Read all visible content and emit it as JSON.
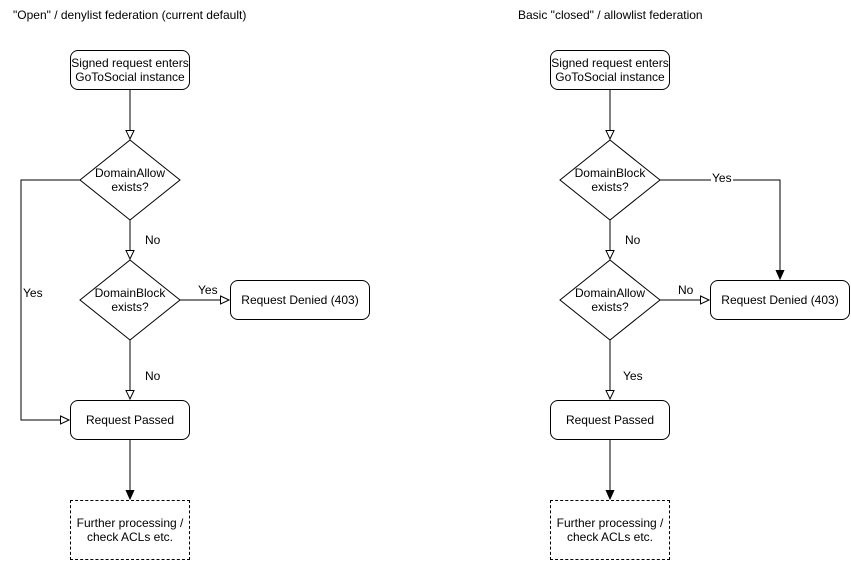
{
  "colors": {
    "stroke": "#000000",
    "node_fill": "#ffffff",
    "text": "#000000",
    "background": "#ffffff"
  },
  "left_chart": {
    "title": "\"Open\" / denylist federation (current default)",
    "start": {
      "line1": "Signed request enters",
      "line2": "GoToSocial instance"
    },
    "decision1": {
      "line1": "DomainAllow",
      "line2": "exists?"
    },
    "decision1_branch_no": "No",
    "decision1_branch_yes": "Yes",
    "decision2": {
      "line1": "DomainBlock",
      "line2": "exists?"
    },
    "decision2_branch_yes": "Yes",
    "decision2_branch_no": "No",
    "denied": {
      "label": "Request Denied (403)"
    },
    "passed": {
      "label": "Request Passed"
    },
    "further": {
      "line1": "Further processing /",
      "line2": "check ACLs etc."
    }
  },
  "right_chart": {
    "title": "Basic \"closed\" / allowlist federation",
    "start": {
      "line1": "Signed request enters",
      "line2": "GoToSocial instance"
    },
    "decision1": {
      "line1": "DomainBlock",
      "line2": "exists?"
    },
    "decision1_branch_yes": "Yes",
    "decision1_branch_no": "No",
    "decision2": {
      "line1": "DomainAllow",
      "line2": "exists?"
    },
    "decision2_branch_no": "No",
    "decision2_branch_yes": "Yes",
    "denied": {
      "label": "Request Denied (403)"
    },
    "passed": {
      "label": "Request Passed"
    },
    "further": {
      "line1": "Further processing /",
      "line2": "check ACLs etc."
    }
  }
}
